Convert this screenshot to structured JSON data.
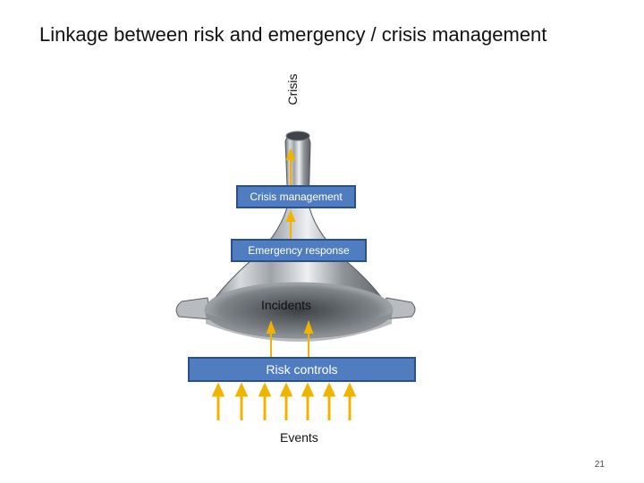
{
  "title": "Linkage between risk and emergency / crisis management",
  "vertical_label": "Crisis",
  "boxes": {
    "crisis_management": "Crisis management",
    "emergency_response": "Emergency response",
    "risk_controls": "Risk controls"
  },
  "labels": {
    "incidents": "Incidents",
    "events": "Events"
  },
  "page_number": "21",
  "colors": {
    "box_fill": "#4f7dc0",
    "box_border": "#2a4f8a",
    "arrow": "#f0b400",
    "funnel_metal": "#b9bdc2"
  }
}
